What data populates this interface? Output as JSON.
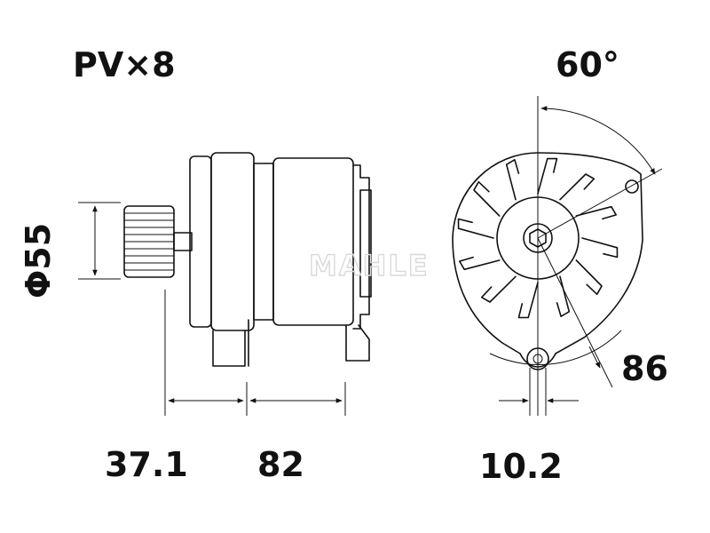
{
  "labels": {
    "belt": "PV×8",
    "angle": "60°",
    "diameter": "Φ55",
    "radius": "86",
    "dim_left": "37.1",
    "dim_mid": "82",
    "dim_right": "10.2"
  },
  "watermark": "MAHLE",
  "colors": {
    "ink": "#111111",
    "watermark": "#d9d9d9"
  }
}
